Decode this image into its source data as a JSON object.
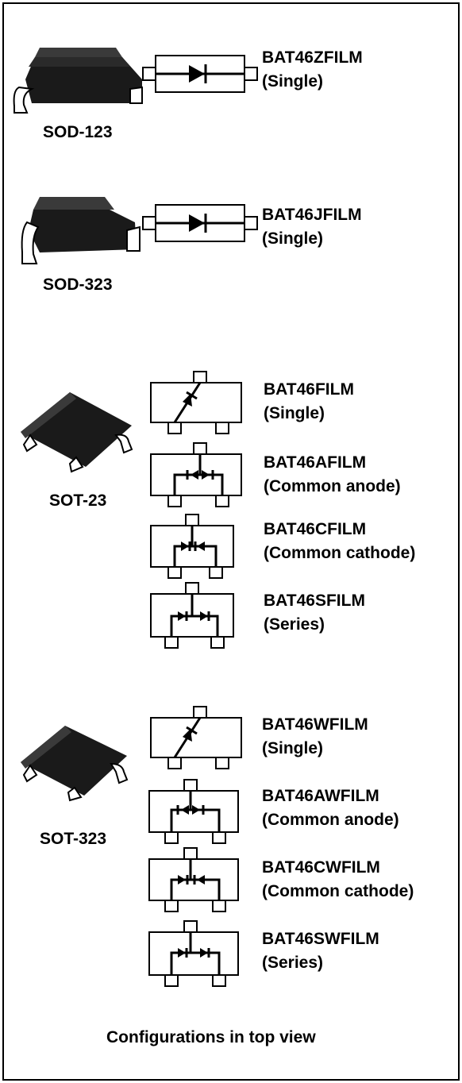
{
  "sections": [
    {
      "package": "SOD-123",
      "devices": [
        {
          "part": "BAT46ZFILM",
          "config": "(Single)"
        }
      ]
    },
    {
      "package": "SOD-323",
      "devices": [
        {
          "part": "BAT46JFILM",
          "config": "(Single)"
        }
      ]
    },
    {
      "package": "SOT-23",
      "devices": [
        {
          "part": "BAT46FILM",
          "config": "(Single)"
        },
        {
          "part": "BAT46AFILM",
          "config": "(Common anode)"
        },
        {
          "part": "BAT46CFILM",
          "config": "(Common cathode)"
        },
        {
          "part": "BAT46SFILM",
          "config": "(Series)"
        }
      ]
    },
    {
      "package": "SOT-323",
      "devices": [
        {
          "part": "BAT46WFILM",
          "config": "(Single)"
        },
        {
          "part": "BAT46AWFILM",
          "config": "(Common anode)"
        },
        {
          "part": "BAT46CWFILM",
          "config": "(Common cathode)"
        },
        {
          "part": "BAT46SWFILM",
          "config": "(Series)"
        }
      ]
    }
  ],
  "caption": "Configurations in top view"
}
